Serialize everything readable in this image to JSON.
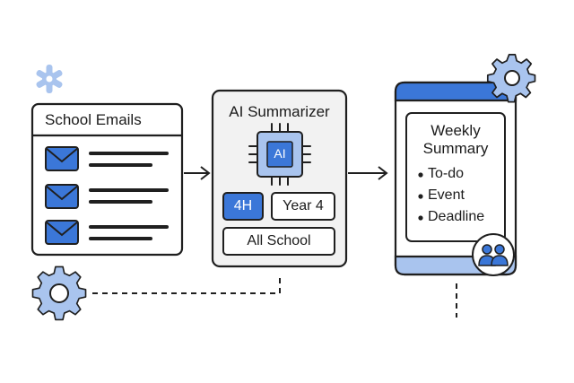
{
  "email_panel": {
    "title": "School Emails",
    "icons": [
      "envelope-icon",
      "envelope-icon",
      "envelope-icon"
    ]
  },
  "summarizer": {
    "title": "AI Summarizer",
    "chip_label": "AI",
    "tags": [
      "4H",
      "Year 4"
    ],
    "scope": "All School"
  },
  "phone": {
    "title_line1": "Weekly",
    "title_line2": "Summary",
    "bullets": [
      "To-do",
      "Event",
      "Deadline"
    ]
  },
  "colors": {
    "accent": "#3b77d8",
    "accent_light": "#a9c4ee",
    "outline": "#1f1f1f",
    "panel_bg": "#f2f2f2"
  }
}
